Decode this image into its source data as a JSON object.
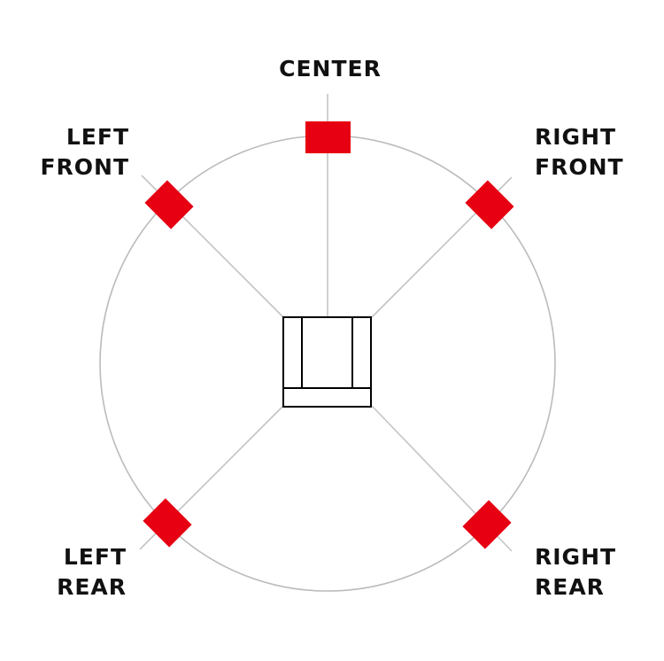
{
  "colors": {
    "speaker": "#e60012",
    "ring": "#bbbbbb",
    "line": "#c4c4c4",
    "listener": "#000000",
    "text": "#111111"
  },
  "labels": {
    "center": "CENTER",
    "left_front_line1": "LEFT",
    "left_front_line2": "FRONT",
    "right_front_line1": "RIGHT",
    "right_front_line2": "FRONT",
    "left_rear_line1": "LEFT",
    "left_rear_line2": "REAR",
    "right_rear_line1": "RIGHT",
    "right_rear_line2": "REAR"
  },
  "icons": {
    "listener": "chair-icon",
    "speaker": "speaker-icon"
  }
}
